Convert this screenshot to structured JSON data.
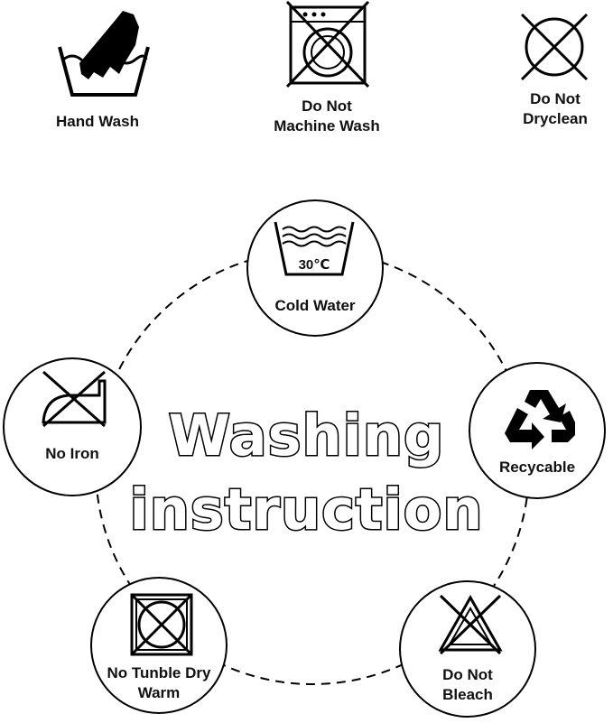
{
  "top_icons": {
    "hand_wash": "Hand Wash",
    "no_machine_wash_line1": "Do Not",
    "no_machine_wash_line2": "Machine Wash",
    "no_dryclean_line1": "Do Not",
    "no_dryclean_line2": "Dryclean"
  },
  "title": {
    "line1": "Washing",
    "line2": "instruction"
  },
  "cycle": {
    "cold_water_temp": "30℃",
    "cold_water": "Cold Water",
    "recycable": "Recycable",
    "no_bleach_line1": "Do Not",
    "no_bleach_line2": "Bleach",
    "no_tumble_line1": "No Tunble Dry",
    "no_tumble_line2": "Warm",
    "no_iron": "No Iron"
  },
  "icons": [
    "hand-wash-icon",
    "no-machine-wash-icon",
    "no-dryclean-icon",
    "cold-water-icon",
    "recycle-icon",
    "no-bleach-icon",
    "no-tumble-dry-icon",
    "no-iron-icon"
  ]
}
